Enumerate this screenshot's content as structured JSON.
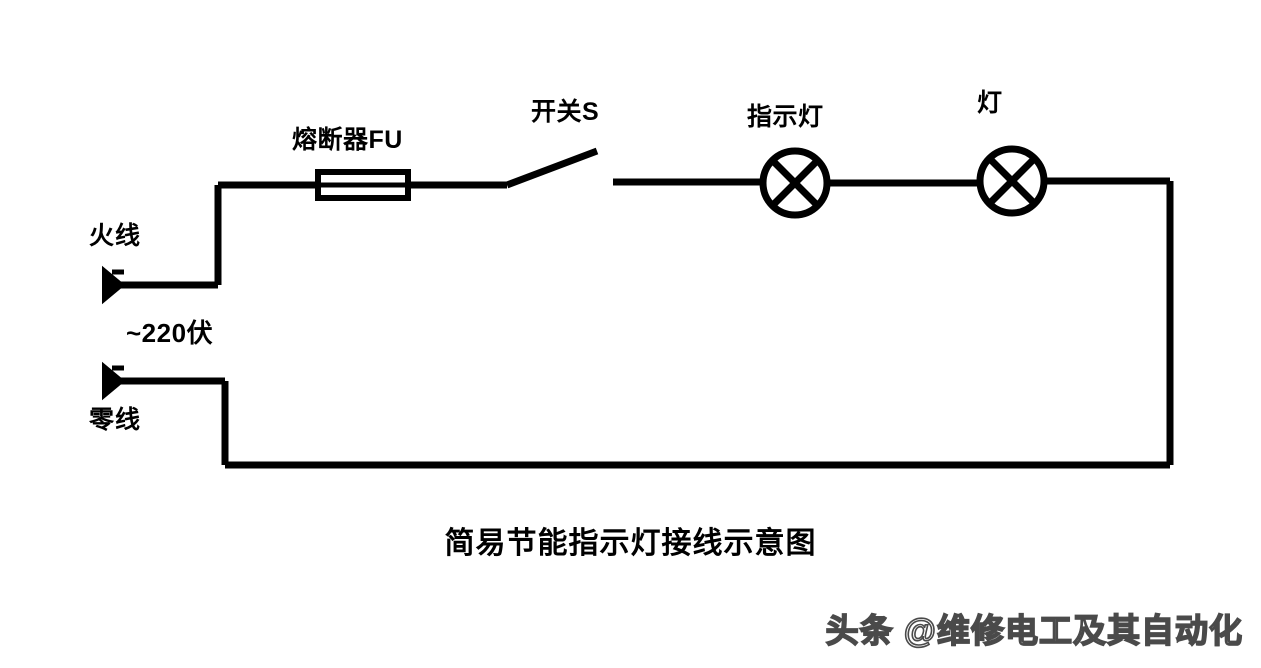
{
  "diagram": {
    "title": "简易节能指示灯接线示意图",
    "watermark": "头条 @维修电工及其自动化",
    "stroke_color": "#000000",
    "background_color": "#ffffff",
    "labels": {
      "fuse": "熔断器FU",
      "switch": "开关S",
      "indicator_lamp": "指示灯",
      "lamp": "灯",
      "live_wire": "火线",
      "neutral_wire": "零线",
      "voltage": "~220伏"
    },
    "components": [
      {
        "name": "fuse",
        "symbol": "fuse-rectangle",
        "label": "熔断器FU"
      },
      {
        "name": "switch",
        "symbol": "open-knife-switch",
        "label": "开关S"
      },
      {
        "name": "indicator-lamp",
        "symbol": "lamp-circle-x",
        "label": "指示灯"
      },
      {
        "name": "lamp",
        "symbol": "lamp-circle-x",
        "label": "灯"
      },
      {
        "name": "live-terminal",
        "symbol": "terminal-connector",
        "label": "火线"
      },
      {
        "name": "neutral-terminal",
        "symbol": "terminal-connector",
        "label": "零线"
      }
    ]
  }
}
